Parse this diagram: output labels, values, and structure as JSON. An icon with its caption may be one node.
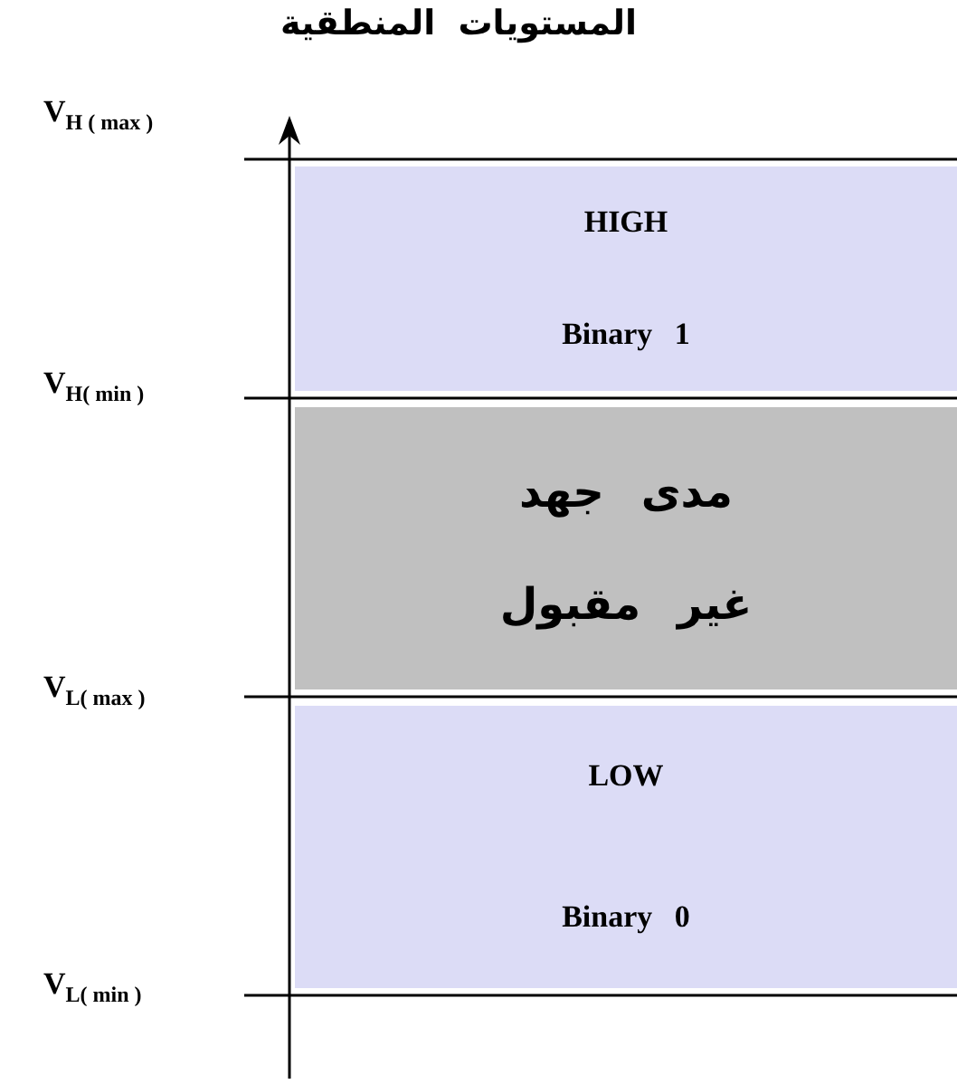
{
  "diagram": {
    "title": "المستويات المنطقية",
    "nodes": [
      {
        "text": [
          "HIGH",
          "Binary 1"
        ]
      },
      {
        "text": [
          "مدى جهد غير مقبول"
        ]
      },
      {
        "text": [
          "LOW",
          "Binary 0"
        ]
      }
    ],
    "labels": [
      "V$_{H ( max )}$",
      "V$_{H( min )}$",
      "V$_{L( max )}$",
      "V$_{L( min )}$"
    ]
  }
}
